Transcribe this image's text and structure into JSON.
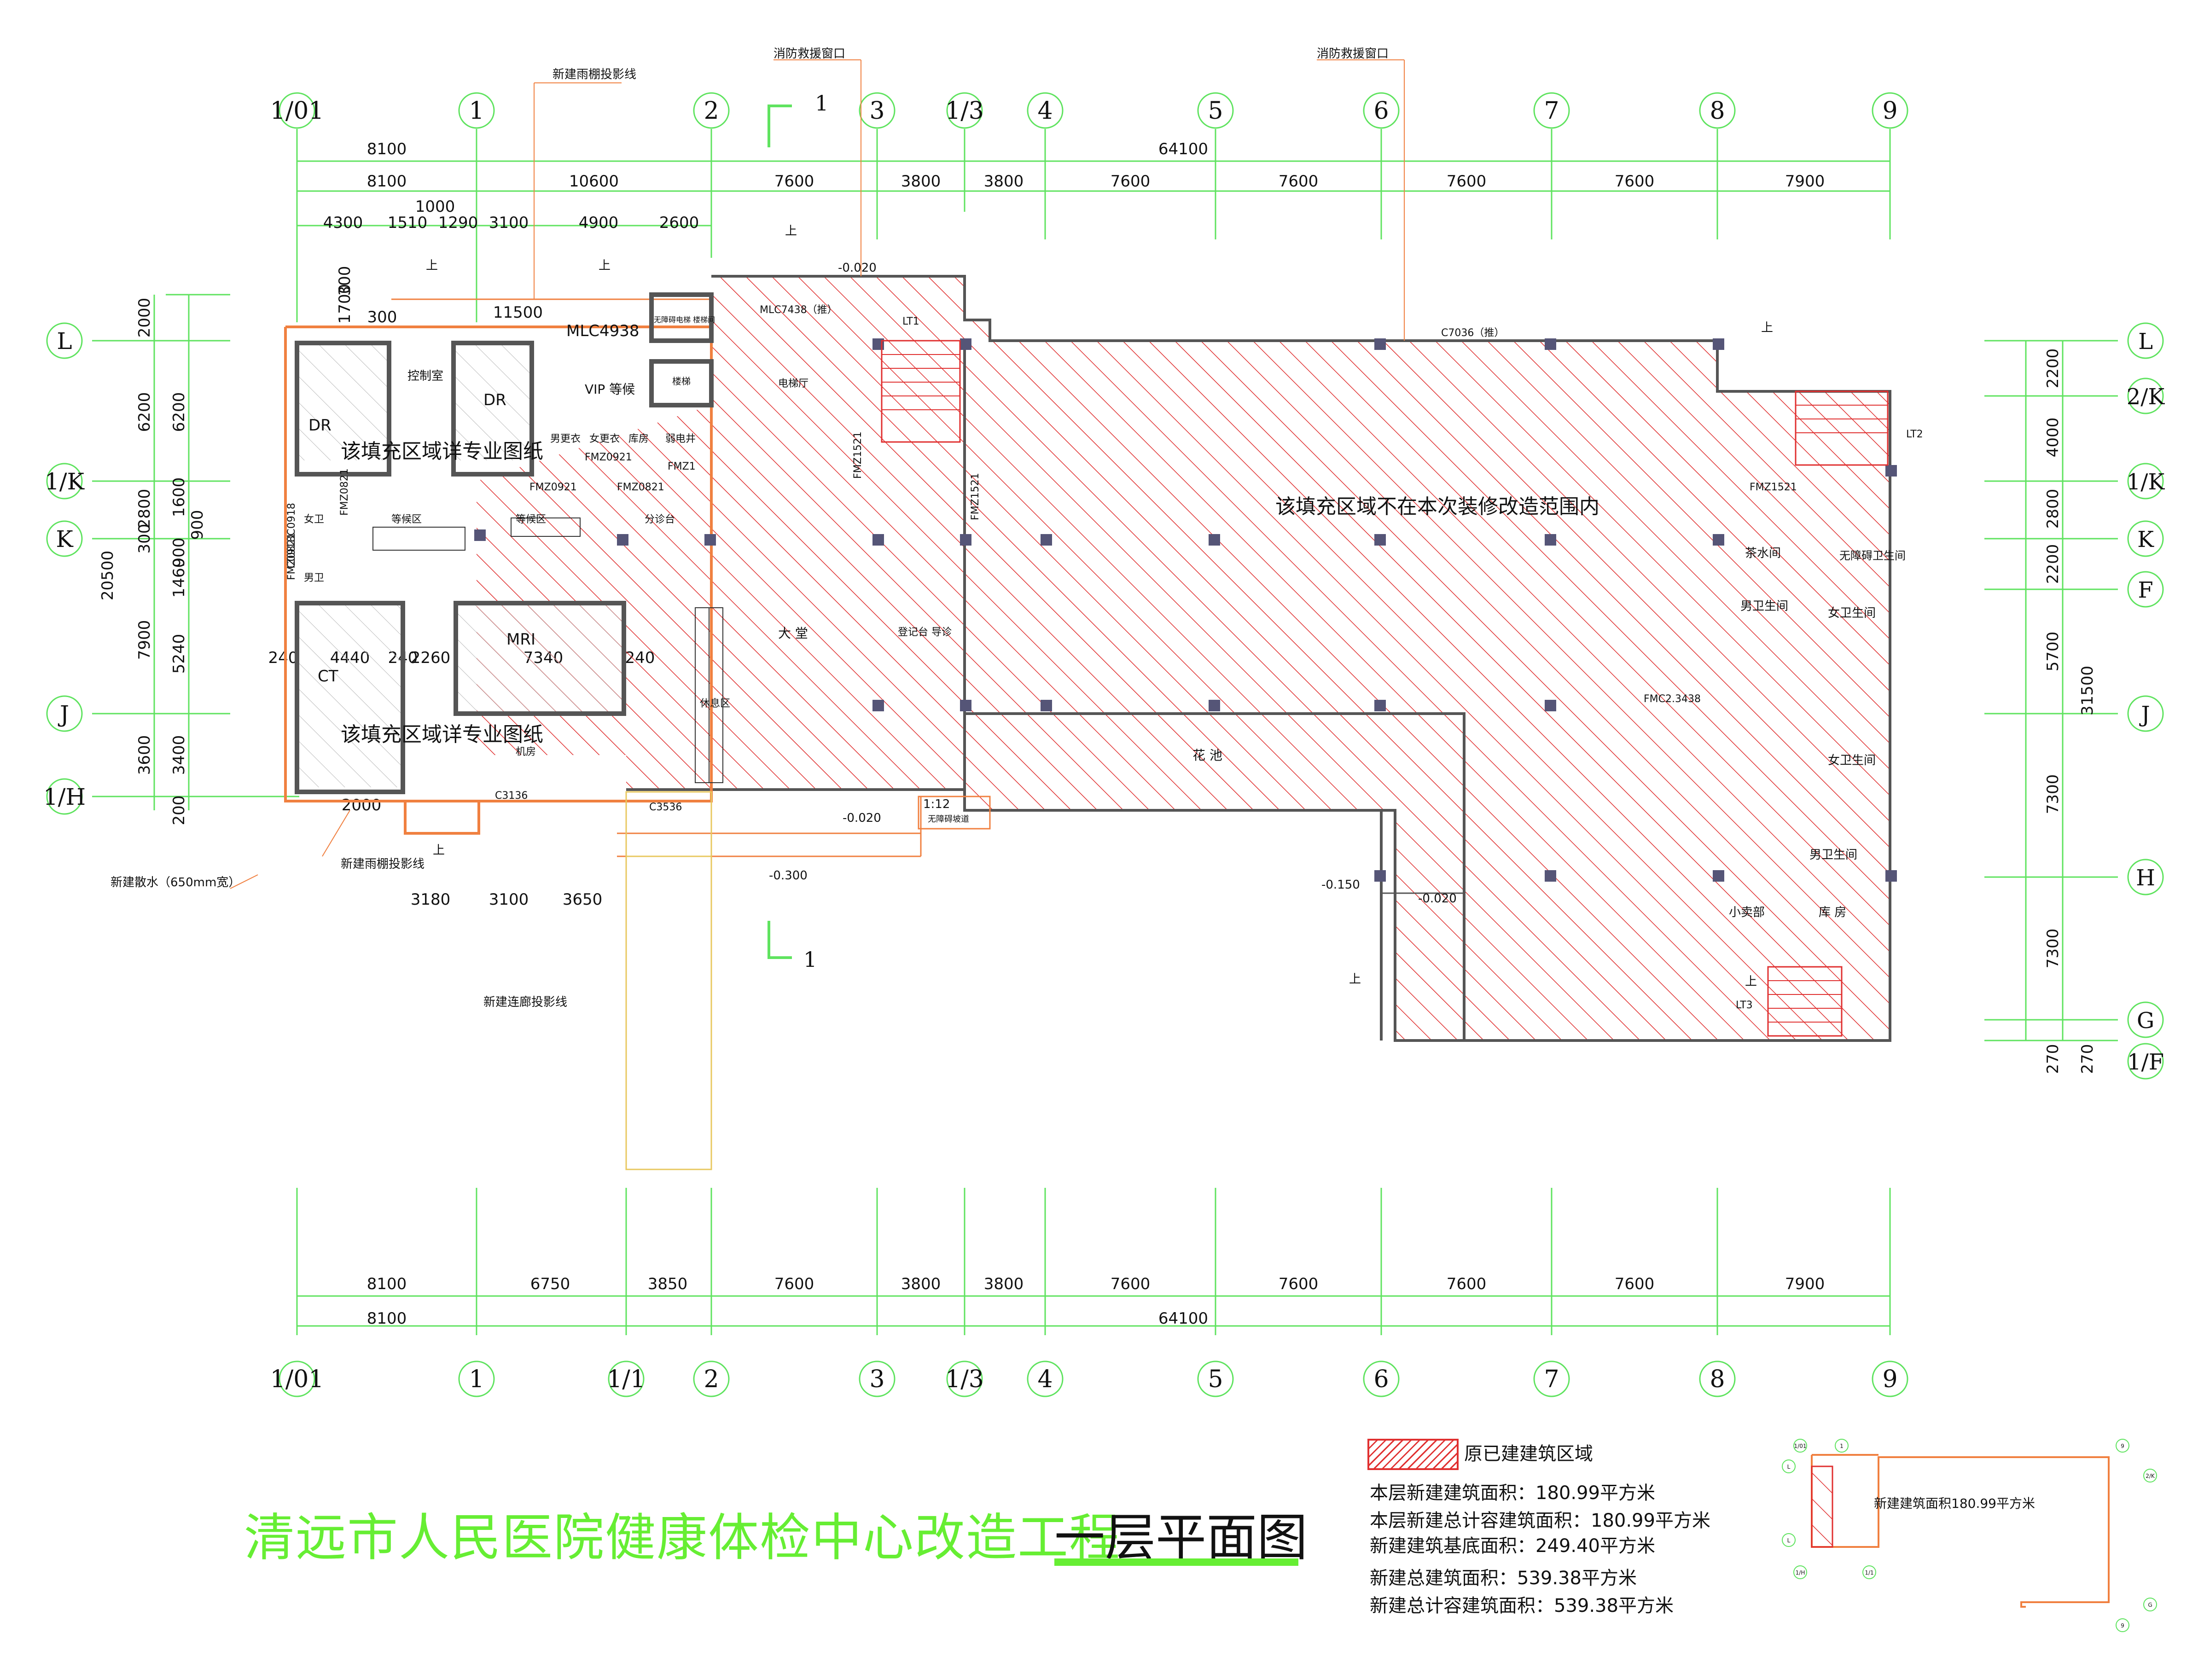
{
  "title": "清远市人民医院健康体检中心改造工程",
  "subtitle": "一层平面图",
  "grid": {
    "top_axes": [
      "1/01",
      "1",
      "2",
      "3",
      "1/3",
      "4",
      "5",
      "6",
      "7",
      "8",
      "9"
    ],
    "bottom_axes": [
      "1/01",
      "1",
      "1/1",
      "2",
      "3",
      "1/3",
      "4",
      "5",
      "6",
      "7",
      "8",
      "9"
    ],
    "left_axes": [
      "L",
      "1/K",
      "K",
      "J",
      "1/H"
    ],
    "right_axes": [
      "L",
      "2/K",
      "1/K",
      "K",
      "F",
      "J",
      "H",
      "G",
      "1/F"
    ]
  },
  "dimensions": {
    "top_total_1": [
      "8100",
      "64100"
    ],
    "top_row_2": [
      "8100",
      "10600",
      "7600",
      "3800",
      "3800",
      "7600",
      "7600",
      "7600",
      "7600",
      "7900"
    ],
    "top_row_3": [
      "4300",
      "1510",
      "1290",
      "3100",
      "4900",
      "2600"
    ],
    "top_extra": [
      "1000"
    ],
    "left_col": [
      "2000",
      "6200",
      "2800",
      "300",
      "1460",
      "7900",
      "3600",
      "200",
      "20500"
    ],
    "left_col_inner": [
      "1700",
      "300",
      "6200",
      "1600",
      "900",
      "900",
      "5240",
      "3400"
    ],
    "right_col": [
      "2200",
      "4000",
      "2800",
      "2200",
      "5700",
      "7300",
      "7300",
      "270",
      "31500"
    ],
    "right_col_2": [
      "270"
    ],
    "bottom_row_1": [
      "8100",
      "6750",
      "3850",
      "7600",
      "3800",
      "3800",
      "7600",
      "7600",
      "7600",
      "7600",
      "7900"
    ],
    "bottom_total": [
      "8100",
      "64100"
    ],
    "lower_left": [
      "3180",
      "3100",
      "3650"
    ],
    "misc": [
      "11500",
      "300",
      "2000",
      "240",
      "4440",
      "240",
      "2260",
      "7340",
      "240"
    ]
  },
  "annotations": {
    "canopy_top": "新建雨棚投影线",
    "fire_rescue_1": "消防救援窗口",
    "fire_rescue_2": "消防救援窗口",
    "section_mark": "1",
    "canopy_bottom": "新建雨棚投影线",
    "apron": "新建散水（650mm宽）",
    "corridor": "新建连廊投影线",
    "slope": "1:12",
    "accessible_ramp": "无障碍坡道",
    "up": "上"
  },
  "rooms": {
    "control": "控制室",
    "dr1": "DR",
    "dr2": "DR",
    "vip": "VIP 等候",
    "fill_detail_1": "该填充区域详专业图纸",
    "fill_detail_2": "该填充区域详专业图纸",
    "not_in_scope": "该填充区域不在本次装修改造范围内",
    "mri": "MRI",
    "ct": "CT",
    "wait1": "等候区",
    "wait2": "等候区",
    "triage": "分诊台",
    "hall": "大 堂",
    "rest": "休息区",
    "register": "登记台 导诊",
    "elevator_hall": "电梯厅",
    "lt1": "LT1",
    "lt2": "LT2",
    "lt3": "LT3",
    "planter": "花 池",
    "tea": "茶水间",
    "male_wc": "男卫生间",
    "female_wc": "女卫生间",
    "female_wc2": "女卫生间",
    "male_wc2": "男卫生间",
    "barrier_free_wc": "无障碍卫生间",
    "shop": "小卖部",
    "store": "库 房",
    "female": "女卫",
    "male": "男卫",
    "machine": "机房",
    "change1": "男更衣",
    "change2": "女更衣",
    "storage": "库房",
    "weak_elec": "弱电井",
    "fm_a": "FMZ0921",
    "fm_b": "FMZ0821",
    "fm_c": "FMZ1",
    "fm_d": "FMZ1521",
    "fm_e": "FMZ1521",
    "fm_f": "FMZ1521",
    "fm_g": "FMZ0921",
    "fm_h": "FMZ0821",
    "fm_i": "FMZ0821",
    "fm_j": "FMC2.3438",
    "c3136": "C3136",
    "c3536": "C3536",
    "mlc4938": "MLC4938",
    "mlc7438": "MLC7438（推）",
    "c7036": "C7036（推）",
    "c0918": "C0918C0918",
    "level_1": "-0.020",
    "level_2": "-0.020",
    "level_3": "-0.300",
    "level_4": "-0.150",
    "level_5": "-0.020",
    "fire_room": "无障碍电梯 楼梯间",
    "stair": "楼梯"
  },
  "legend": {
    "label": "原已建建筑区域",
    "line1": "本层新建建筑面积：180.99平方米",
    "line2": "本层新建总计容建筑面积：180.99平方米",
    "line3": "新建建筑基底面积：249.40平方米",
    "line4": "新建总建筑面积：539.38平方米",
    "line5": "新建总计容建筑面积：539.38平方米"
  },
  "key_plan": {
    "label": "新建建筑面积180.99平方米",
    "axes": [
      "1/01",
      "1",
      "9",
      "2/K",
      "L",
      "L",
      "1/H",
      "1/1",
      "G",
      "9"
    ]
  },
  "colors": {
    "axis": "#5fe35f",
    "hatch": "#e03030",
    "wall": "#555555",
    "new_wall": "#f08040",
    "text": "#111111"
  }
}
